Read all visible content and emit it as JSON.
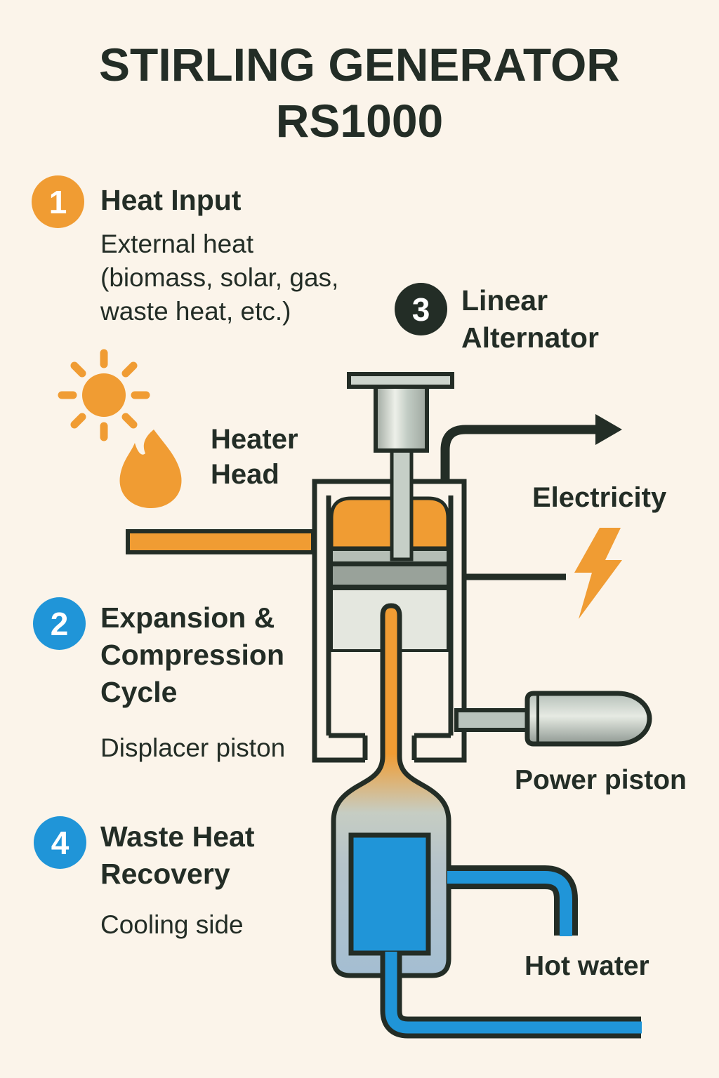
{
  "title": "STIRLING GENERATOR\nRS1000",
  "steps": [
    {
      "num": "1",
      "label": "Heat Input",
      "desc": "External heat\n(biomass, solar, gas,\nwaste heat, etc.)",
      "badge_color": "#F09C33"
    },
    {
      "num": "2",
      "label": "Expansion &\nCompression\nCycle",
      "desc": "Displacer piston",
      "badge_color": "#2095D8"
    },
    {
      "num": "3",
      "label": "Linear\nAlternator",
      "desc": "",
      "badge_color": "#232D26"
    },
    {
      "num": "4",
      "label": "Waste Heat\nRecovery",
      "desc": "Cooling side",
      "badge_color": "#2095D8"
    }
  ],
  "diagram_labels": {
    "heater_head": "Heater\nHead",
    "electricity": "Electricity",
    "power_piston": "Power piston",
    "hot_water": "Hot water"
  },
  "icons": [
    "sun-icon",
    "flame-icon",
    "lightning-bolt-icon",
    "electricity-arrow-icon"
  ],
  "colors": {
    "background": "#FBF4EA",
    "ink": "#232D26",
    "orange": "#F09C33",
    "blue": "#2095D8",
    "metal_light": "#CCD5CD",
    "metal_mid": "#99A29A",
    "piston_light_band": "#B5BEB6",
    "displacer_band": "#E4E7DF"
  }
}
